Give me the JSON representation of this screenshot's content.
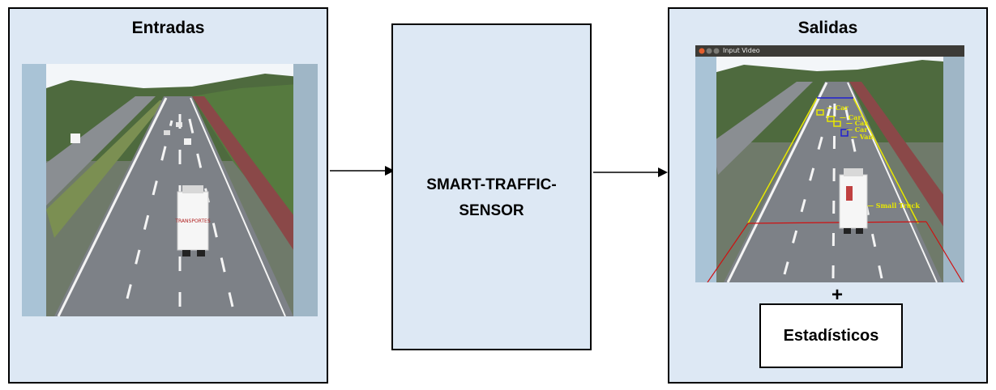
{
  "inputs": {
    "title": "Entradas"
  },
  "processor": {
    "label": "SMART-TRAFFIC-SENSOR"
  },
  "outputs": {
    "title": "Salidas",
    "window_title": "Input Video",
    "detections": [
      "Car",
      "Car",
      "Car",
      "Car",
      "Van",
      "Small Truck"
    ],
    "plus": "+",
    "stats_label": "Estadísticos"
  },
  "truck_text": "TRANSPORTES",
  "colors": {
    "box_fill": "#dde8f4",
    "border": "#000000",
    "roi_yellow": "#e8e800",
    "roi_red": "#d01010",
    "detect_blue": "#2020d0"
  }
}
